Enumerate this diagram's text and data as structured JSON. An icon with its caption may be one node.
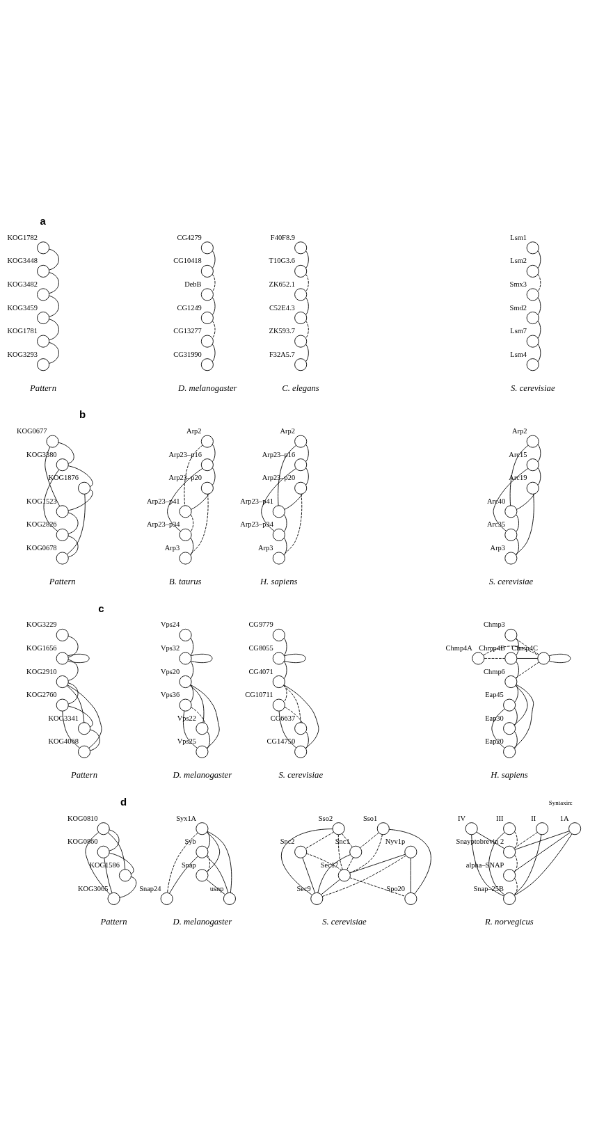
{
  "diagram": {
    "nodes": [
      {
        "text": [],
        "shape": "circle",
        "beside": [
          "KOG1782"
        ]
      },
      {
        "text": [],
        "shape": "circle",
        "beside": [
          "KOG3448"
        ]
      },
      {
        "text": [],
        "shape": "circle",
        "beside": [
          "KOG3482"
        ]
      },
      {
        "text": [],
        "shape": "circle",
        "beside": [
          "KOG3459"
        ]
      },
      {
        "text": [],
        "shape": "circle",
        "beside": [
          "KOG1781"
        ]
      },
      {
        "text": [],
        "shape": "circle",
        "beside": [
          "KOG3293"
        ]
      },
      {
        "text": [],
        "shape": "circle",
        "beside": [
          "CG4279"
        ]
      },
      {
        "text": [],
        "shape": "circle",
        "beside": [
          "CG10418"
        ]
      },
      {
        "text": [],
        "shape": "circle",
        "beside": [
          "DebB"
        ]
      },
      {
        "text": [],
        "shape": "circle",
        "beside": [
          "CG1249"
        ]
      },
      {
        "text": [],
        "shape": "circle",
        "beside": [
          "CG13277"
        ]
      },
      {
        "text": [],
        "shape": "circle",
        "beside": [
          "CG31990"
        ]
      },
      {
        "text": [],
        "shape": "circle",
        "beside": [
          "F40F8.9"
        ]
      },
      {
        "text": [],
        "shape": "circle",
        "beside": [
          "T10G3.6"
        ]
      },
      {
        "text": [],
        "shape": "circle",
        "beside": [
          "ZK652.1"
        ]
      },
      {
        "text": [],
        "shape": "circle",
        "beside": [
          "C52E4.3"
        ]
      },
      {
        "text": [],
        "shape": "circle",
        "beside": [
          "ZK593.7"
        ]
      },
      {
        "text": [],
        "shape": "circle",
        "beside": [
          "F32A5.7"
        ]
      },
      {
        "text": [],
        "shape": "circle",
        "beside": [
          "Lsm1"
        ]
      },
      {
        "text": [],
        "shape": "circle",
        "beside": [
          "Lsm2"
        ]
      },
      {
        "text": [],
        "shape": "circle",
        "beside": [
          "Smx3"
        ]
      },
      {
        "text": [],
        "shape": "circle",
        "beside": [
          "Smd2"
        ]
      },
      {
        "text": [],
        "shape": "circle",
        "beside": [
          "Lsm7"
        ]
      },
      {
        "text": [],
        "shape": "circle",
        "beside": [
          "Lsm4"
        ]
      },
      {
        "text": [],
        "shape": "circle",
        "beside": [
          "KOG0677"
        ]
      },
      {
        "text": [],
        "shape": "circle",
        "beside": [
          "KOG3380"
        ]
      },
      {
        "text": [],
        "shape": "circle",
        "beside": [
          "KOG1876"
        ]
      },
      {
        "text": [],
        "shape": "circle",
        "beside": [
          "KOG1523"
        ]
      },
      {
        "text": [],
        "shape": "circle",
        "beside": [
          "KOG2826"
        ]
      },
      {
        "text": [],
        "shape": "circle",
        "beside": [
          "KOG0678"
        ]
      },
      {
        "text": [],
        "shape": "circle",
        "beside": [
          "Arp2"
        ]
      },
      {
        "text": [],
        "shape": "circle",
        "beside": [
          "Arp23–p16"
        ]
      },
      {
        "text": [],
        "shape": "circle",
        "beside": [
          "Arp23–p20"
        ]
      },
      {
        "text": [],
        "shape": "circle",
        "beside": [
          "Arp23–p41"
        ]
      },
      {
        "text": [],
        "shape": "circle",
        "beside": [
          "Arp23–p34"
        ]
      },
      {
        "text": [],
        "shape": "circle",
        "beside": [
          "Arp3"
        ]
      },
      {
        "text": [],
        "shape": "circle",
        "beside": [
          "Arp2"
        ]
      },
      {
        "text": [],
        "shape": "circle",
        "beside": [
          "Arp23–p16"
        ]
      },
      {
        "text": [],
        "shape": "circle",
        "beside": [
          "Arp23–p20"
        ]
      },
      {
        "text": [],
        "shape": "circle",
        "beside": [
          "Arp23–p41"
        ]
      },
      {
        "text": [],
        "shape": "circle",
        "beside": [
          "Arp23–p34"
        ]
      },
      {
        "text": [],
        "shape": "circle",
        "beside": [
          "Arp3"
        ]
      },
      {
        "text": [],
        "shape": "circle",
        "beside": [
          "Arp2"
        ]
      },
      {
        "text": [],
        "shape": "circle",
        "beside": [
          "Arc15"
        ]
      },
      {
        "text": [],
        "shape": "circle",
        "beside": [
          "Arc19"
        ]
      },
      {
        "text": [],
        "shape": "circle",
        "beside": [
          "Arc40"
        ]
      },
      {
        "text": [],
        "shape": "circle",
        "beside": [
          "Arc35"
        ]
      },
      {
        "text": [],
        "shape": "circle",
        "beside": [
          "Arp3"
        ]
      },
      {
        "text": [],
        "shape": "circle",
        "beside": [
          "KOG3229"
        ]
      },
      {
        "text": [],
        "shape": "circle",
        "beside": [
          "KOG1656"
        ]
      },
      {
        "text": [],
        "shape": "circle",
        "beside": [
          "KOG2910"
        ]
      },
      {
        "text": [],
        "shape": "circle",
        "beside": [
          "KOG2760"
        ]
      },
      {
        "text": [],
        "shape": "circle",
        "beside": [
          "KOG3341"
        ]
      },
      {
        "text": [],
        "shape": "circle",
        "beside": [
          "KOG4068"
        ]
      },
      {
        "text": [],
        "shape": "circle",
        "beside": [
          "Vps24"
        ]
      },
      {
        "text": [],
        "shape": "circle",
        "beside": [
          "Vps32"
        ]
      },
      {
        "text": [],
        "shape": "circle",
        "beside": [
          "Vps20"
        ]
      },
      {
        "text": [],
        "shape": "circle",
        "beside": [
          "Vps36"
        ]
      },
      {
        "text": [],
        "shape": "circle",
        "beside": [
          "Vps22"
        ]
      },
      {
        "text": [],
        "shape": "circle",
        "beside": [
          "Vps25"
        ]
      },
      {
        "text": [],
        "shape": "circle",
        "beside": [
          "CG9779"
        ]
      },
      {
        "text": [],
        "shape": "circle",
        "beside": [
          "CG8055"
        ]
      },
      {
        "text": [],
        "shape": "circle",
        "beside": [
          "CG4071"
        ]
      },
      {
        "text": [],
        "shape": "circle",
        "beside": [
          "CG10711"
        ]
      },
      {
        "text": [],
        "shape": "circle",
        "beside": [
          "CG6637"
        ]
      },
      {
        "text": [],
        "shape": "circle",
        "beside": [
          "CG14750"
        ]
      },
      {
        "text": [],
        "shape": "circle",
        "beside": [
          "Chmp3"
        ]
      },
      {
        "text": [],
        "shape": "circle",
        "beside": [
          "Chmp4A"
        ]
      },
      {
        "text": [],
        "shape": "circle",
        "beside": [
          "Chmp4B"
        ]
      },
      {
        "text": [],
        "shape": "circle",
        "beside": [
          "Chmp4C"
        ]
      },
      {
        "text": [],
        "shape": "circle",
        "beside": [
          "Chmp6"
        ]
      },
      {
        "text": [],
        "shape": "circle",
        "beside": [
          "Eap45"
        ]
      },
      {
        "text": [],
        "shape": "circle",
        "beside": [
          "Eap30"
        ]
      },
      {
        "text": [],
        "shape": "circle",
        "beside": [
          "Eap20"
        ]
      },
      {
        "text": [],
        "shape": "circle",
        "beside": [
          "KOG0810"
        ]
      },
      {
        "text": [],
        "shape": "circle",
        "beside": [
          "KOG0860"
        ]
      },
      {
        "text": [],
        "shape": "circle",
        "beside": [
          "KOG1586"
        ]
      },
      {
        "text": [],
        "shape": "circle",
        "beside": [
          "KOG3065"
        ]
      },
      {
        "text": [],
        "shape": "circle",
        "beside": [
          "Syx1A"
        ]
      },
      {
        "text": [],
        "shape": "circle",
        "beside": [
          "Syb"
        ]
      },
      {
        "text": [],
        "shape": "circle",
        "beside": [
          "Snap"
        ]
      },
      {
        "text": [],
        "shape": "circle",
        "beside": [
          "Snap24"
        ]
      },
      {
        "text": [],
        "shape": "circle",
        "beside": [
          "usnp"
        ]
      },
      {
        "text": [],
        "shape": "circle",
        "beside": [
          "Sso1"
        ]
      },
      {
        "text": [],
        "shape": "circle",
        "beside": [
          "Sso2"
        ]
      },
      {
        "text": [],
        "shape": "circle",
        "beside": [
          "Snc1"
        ]
      },
      {
        "text": [],
        "shape": "circle",
        "beside": [
          "Snc2"
        ]
      },
      {
        "text": [],
        "shape": "circle",
        "beside": [
          "Nyv1p"
        ]
      },
      {
        "text": [],
        "shape": "circle",
        "beside": [
          "Sec17"
        ]
      },
      {
        "text": [],
        "shape": "circle",
        "beside": [
          "Sec9"
        ]
      },
      {
        "text": [],
        "shape": "circle",
        "beside": [
          "Spo20"
        ]
      },
      {
        "text": [],
        "shape": "circle",
        "beside": [
          "1A"
        ]
      },
      {
        "text": [],
        "shape": "circle",
        "beside": [
          "II"
        ]
      },
      {
        "text": [],
        "shape": "circle",
        "beside": [
          "III"
        ]
      },
      {
        "text": [],
        "shape": "circle",
        "beside": [
          "IV"
        ]
      },
      {
        "text": [],
        "shape": "circle",
        "beside": [
          "Snayptobrevin 2"
        ]
      },
      {
        "text": [],
        "shape": "circle",
        "beside": [
          "alpha–SNAP"
        ]
      },
      {
        "text": [],
        "shape": "circle",
        "beside": [
          "Snap–25B"
        ]
      }
    ],
    "edges": [
      {
        "from": 0,
        "to": 1,
        "arrow": "none"
      },
      {
        "from": 1,
        "to": 2,
        "arrow": "none"
      },
      {
        "from": 2,
        "to": 3,
        "arrow": "none"
      },
      {
        "from": 3,
        "to": 4,
        "arrow": "none"
      },
      {
        "from": 4,
        "to": 5,
        "arrow": "none"
      },
      {
        "from": 6,
        "to": 7,
        "arrow": "none"
      },
      {
        "from": 7,
        "to": 8,
        "arrow": "none",
        "style": "dashed"
      },
      {
        "from": 8,
        "to": 9,
        "arrow": "none"
      },
      {
        "from": 9,
        "to": 10,
        "arrow": "none",
        "style": "dashed"
      },
      {
        "from": 10,
        "to": 11,
        "arrow": "none"
      },
      {
        "from": 12,
        "to": 13,
        "arrow": "none"
      },
      {
        "from": 13,
        "to": 14,
        "arrow": "none",
        "style": "dashed"
      },
      {
        "from": 14,
        "to": 15,
        "arrow": "none"
      },
      {
        "from": 15,
        "to": 16,
        "arrow": "none",
        "style": "dashed"
      },
      {
        "from": 16,
        "to": 17,
        "arrow": "none"
      },
      {
        "from": 18,
        "to": 19,
        "arrow": "none"
      },
      {
        "from": 19,
        "to": 20,
        "arrow": "none",
        "style": "dashed"
      },
      {
        "from": 20,
        "to": 21,
        "arrow": "none"
      },
      {
        "from": 21,
        "to": 22,
        "arrow": "none"
      },
      {
        "from": 22,
        "to": 23,
        "arrow": "none"
      },
      {
        "from": 24,
        "to": 25,
        "arrow": "none"
      },
      {
        "from": 25,
        "to": 26,
        "arrow": "none"
      },
      {
        "from": 26,
        "to": 27,
        "arrow": "none"
      },
      {
        "from": 27,
        "to": 28,
        "arrow": "none"
      },
      {
        "from": 28,
        "to": 29,
        "arrow": "none"
      },
      {
        "from": 24,
        "to": 27,
        "arrow": "none"
      },
      {
        "from": 25,
        "to": 28,
        "arrow": "none"
      },
      {
        "from": 26,
        "to": 29,
        "arrow": "none"
      },
      {
        "from": 30,
        "to": 31,
        "arrow": "none"
      },
      {
        "from": 31,
        "to": 32,
        "arrow": "none"
      },
      {
        "from": 32,
        "to": 33,
        "arrow": "none"
      },
      {
        "from": 33,
        "to": 34,
        "arrow": "none",
        "style": "dashed"
      },
      {
        "from": 34,
        "to": 35,
        "arrow": "none"
      },
      {
        "from": 30,
        "to": 33,
        "arrow": "none",
        "style": "dashed"
      },
      {
        "from": 31,
        "to": 34,
        "arrow": "none"
      },
      {
        "from": 32,
        "to": 35,
        "arrow": "none",
        "style": "dashed"
      },
      {
        "from": 36,
        "to": 37,
        "arrow": "none"
      },
      {
        "from": 37,
        "to": 38,
        "arrow": "none"
      },
      {
        "from": 38,
        "to": 39,
        "arrow": "none"
      },
      {
        "from": 39,
        "to": 40,
        "arrow": "none"
      },
      {
        "from": 40,
        "to": 41,
        "arrow": "none"
      },
      {
        "from": 36,
        "to": 39,
        "arrow": "none"
      },
      {
        "from": 37,
        "to": 40,
        "arrow": "none"
      },
      {
        "from": 38,
        "to": 41,
        "arrow": "none",
        "style": "dashed"
      },
      {
        "from": 42,
        "to": 43,
        "arrow": "none"
      },
      {
        "from": 43,
        "to": 44,
        "arrow": "none"
      },
      {
        "from": 44,
        "to": 45,
        "arrow": "none"
      },
      {
        "from": 45,
        "to": 46,
        "arrow": "none"
      },
      {
        "from": 46,
        "to": 47,
        "arrow": "none"
      },
      {
        "from": 42,
        "to": 45,
        "arrow": "none"
      },
      {
        "from": 43,
        "to": 46,
        "arrow": "none"
      },
      {
        "from": 44,
        "to": 47,
        "arrow": "none"
      },
      {
        "from": 48,
        "to": 49,
        "arrow": "none"
      },
      {
        "from": 49,
        "to": 50,
        "arrow": "none"
      },
      {
        "from": 50,
        "to": 51,
        "arrow": "none"
      },
      {
        "from": 51,
        "to": 52,
        "arrow": "none"
      },
      {
        "from": 52,
        "to": 53,
        "arrow": "none"
      },
      {
        "from": 49,
        "to": 49,
        "arrow": "none"
      },
      {
        "from": 50,
        "to": 52,
        "arrow": "none"
      },
      {
        "from": 50,
        "to": 53,
        "arrow": "none"
      },
      {
        "from": 51,
        "to": 53,
        "arrow": "none"
      },
      {
        "from": 54,
        "to": 55,
        "arrow": "none"
      },
      {
        "from": 55,
        "to": 56,
        "arrow": "none"
      },
      {
        "from": 56,
        "to": 57,
        "arrow": "none"
      },
      {
        "from": 57,
        "to": 58,
        "arrow": "none",
        "style": "dashed"
      },
      {
        "from": 58,
        "to": 59,
        "arrow": "none"
      },
      {
        "from": 55,
        "to": 55,
        "arrow": "none"
      },
      {
        "from": 56,
        "to": 58,
        "arrow": "none"
      },
      {
        "from": 56,
        "to": 59,
        "arrow": "none"
      },
      {
        "from": 57,
        "to": 59,
        "arrow": "none"
      },
      {
        "from": 60,
        "to": 61,
        "arrow": "none"
      },
      {
        "from": 61,
        "to": 62,
        "arrow": "none"
      },
      {
        "from": 62,
        "to": 63,
        "arrow": "none",
        "style": "dashed"
      },
      {
        "from": 63,
        "to": 64,
        "arrow": "none",
        "style": "dashed"
      },
      {
        "from": 64,
        "to": 65,
        "arrow": "none"
      },
      {
        "from": 61,
        "to": 61,
        "arrow": "none"
      },
      {
        "from": 62,
        "to": 64,
        "arrow": "none",
        "style": "dashed"
      },
      {
        "from": 62,
        "to": 65,
        "arrow": "none"
      },
      {
        "from": 63,
        "to": 65,
        "arrow": "none"
      },
      {
        "from": 66,
        "to": 68,
        "arrow": "none"
      },
      {
        "from": 66,
        "to": 69,
        "arrow": "none",
        "style": "dashed"
      },
      {
        "from": 67,
        "to": 68,
        "arrow": "none",
        "style": "dashed"
      },
      {
        "from": 67,
        "to": 69,
        "arrow": "none",
        "style": "dashed"
      },
      {
        "from": 68,
        "to": 69,
        "arrow": "none"
      },
      {
        "from": 69,
        "to": 69,
        "arrow": "none"
      },
      {
        "from": 69,
        "to": 70,
        "arrow": "none",
        "style": "dashed"
      },
      {
        "from": 68,
        "to": 70,
        "arrow": "none"
      },
      {
        "from": 70,
        "to": 71,
        "arrow": "none"
      },
      {
        "from": 71,
        "to": 72,
        "arrow": "none"
      },
      {
        "from": 72,
        "to": 73,
        "arrow": "none"
      },
      {
        "from": 70,
        "to": 72,
        "arrow": "none"
      },
      {
        "from": 70,
        "to": 73,
        "arrow": "none"
      },
      {
        "from": 71,
        "to": 73,
        "arrow": "none"
      },
      {
        "from": 74,
        "to": 75,
        "arrow": "none"
      },
      {
        "from": 75,
        "to": 76,
        "arrow": "none"
      },
      {
        "from": 76,
        "to": 77,
        "arrow": "none"
      },
      {
        "from": 74,
        "to": 76,
        "arrow": "none"
      },
      {
        "from": 74,
        "to": 77,
        "arrow": "none"
      },
      {
        "from": 75,
        "to": 77,
        "arrow": "none"
      },
      {
        "from": 78,
        "to": 79,
        "arrow": "none"
      },
      {
        "from": 79,
        "to": 80,
        "arrow": "none",
        "style": "dashed"
      },
      {
        "from": 78,
        "to": 81,
        "arrow": "none",
        "style": "dashed"
      },
      {
        "from": 78,
        "to": 80,
        "arrow": "none"
      },
      {
        "from": 78,
        "to": 82,
        "arrow": "none"
      },
      {
        "from": 79,
        "to": 81,
        "arrow": "none"
      },
      {
        "from": 79,
        "to": 82,
        "arrow": "none"
      },
      {
        "from": 80,
        "to": 82,
        "arrow": "none"
      },
      {
        "from": 83,
        "to": 85,
        "arrow": "none",
        "style": "dashed"
      },
      {
        "from": 83,
        "to": 88,
        "arrow": "none",
        "style": "dashed"
      },
      {
        "from": 83,
        "to": 90,
        "arrow": "none"
      },
      {
        "from": 84,
        "to": 85,
        "arrow": "none",
        "style": "dashed"
      },
      {
        "from": 84,
        "to": 86,
        "arrow": "none",
        "style": "dashed"
      },
      {
        "from": 84,
        "to": 88,
        "arrow": "none",
        "style": "dashed"
      },
      {
        "from": 84,
        "to": 89,
        "arrow": "none"
      },
      {
        "from": 85,
        "to": 88,
        "arrow": "none",
        "style": "dashed"
      },
      {
        "from": 85,
        "to": 89,
        "arrow": "none"
      },
      {
        "from": 86,
        "to": 88,
        "arrow": "none",
        "style": "dashed"
      },
      {
        "from": 86,
        "to": 89,
        "arrow": "none"
      },
      {
        "from": 87,
        "to": 88,
        "arrow": "none"
      },
      {
        "from": 87,
        "to": 89,
        "arrow": "none",
        "style": "dashed"
      },
      {
        "from": 87,
        "to": 90,
        "arrow": "none"
      },
      {
        "from": 88,
        "to": 89,
        "arrow": "none"
      },
      {
        "from": 88,
        "to": 90,
        "arrow": "none",
        "style": "dashed"
      },
      {
        "from": 91,
        "to": 95,
        "arrow": "none"
      },
      {
        "from": 91,
        "to": 96,
        "arrow": "none"
      },
      {
        "from": 91,
        "to": 97,
        "arrow": "none"
      },
      {
        "from": 92,
        "to": 97,
        "arrow": "none"
      },
      {
        "from": 92,
        "to": 95,
        "arrow": "none",
        "style": "dashed"
      },
      {
        "from": 93,
        "to": 95,
        "arrow": "none",
        "style": "dashed"
      },
      {
        "from": 93,
        "to": 97,
        "arrow": "none"
      },
      {
        "from": 94,
        "to": 95,
        "arrow": "none"
      },
      {
        "from": 94,
        "to": 97,
        "arrow": "none"
      },
      {
        "from": 95,
        "to": 96,
        "arrow": "none",
        "style": "dashed"
      },
      {
        "from": 96,
        "to": 97,
        "arrow": "none",
        "style": "dashed"
      }
    ],
    "labels": [
      "a",
      "Pattern",
      "D. melanogaster",
      "C. elegans",
      "S. cerevisiae",
      "b",
      "Pattern",
      "B. taurus",
      "H. sapiens",
      "S. cerevisiae",
      "c",
      "Pattern",
      "D. melanogaster",
      "S. cerevisiae",
      "H. sapiens",
      "d",
      "Syntaxin:",
      "Pattern",
      "D. melanogaster",
      "S. cerevisiae",
      "R. norvegicus"
    ]
  }
}
